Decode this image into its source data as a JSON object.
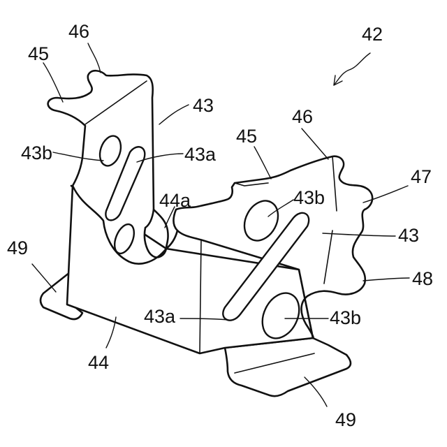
{
  "labels": {
    "l42": "42",
    "l46_left": "46",
    "l45_left": "45",
    "l43_left": "43",
    "l43b_left": "43b",
    "l43a_left": "43a",
    "l44a": "44a",
    "l45_right": "45",
    "l46_right": "46",
    "l47": "47",
    "l43b_right_top": "43b",
    "l43_right": "43",
    "l49_left": "49",
    "l48": "48",
    "l43a_bottom": "43a",
    "l43b_right_bottom": "43b",
    "l44": "44",
    "l49_bottom": "49"
  }
}
